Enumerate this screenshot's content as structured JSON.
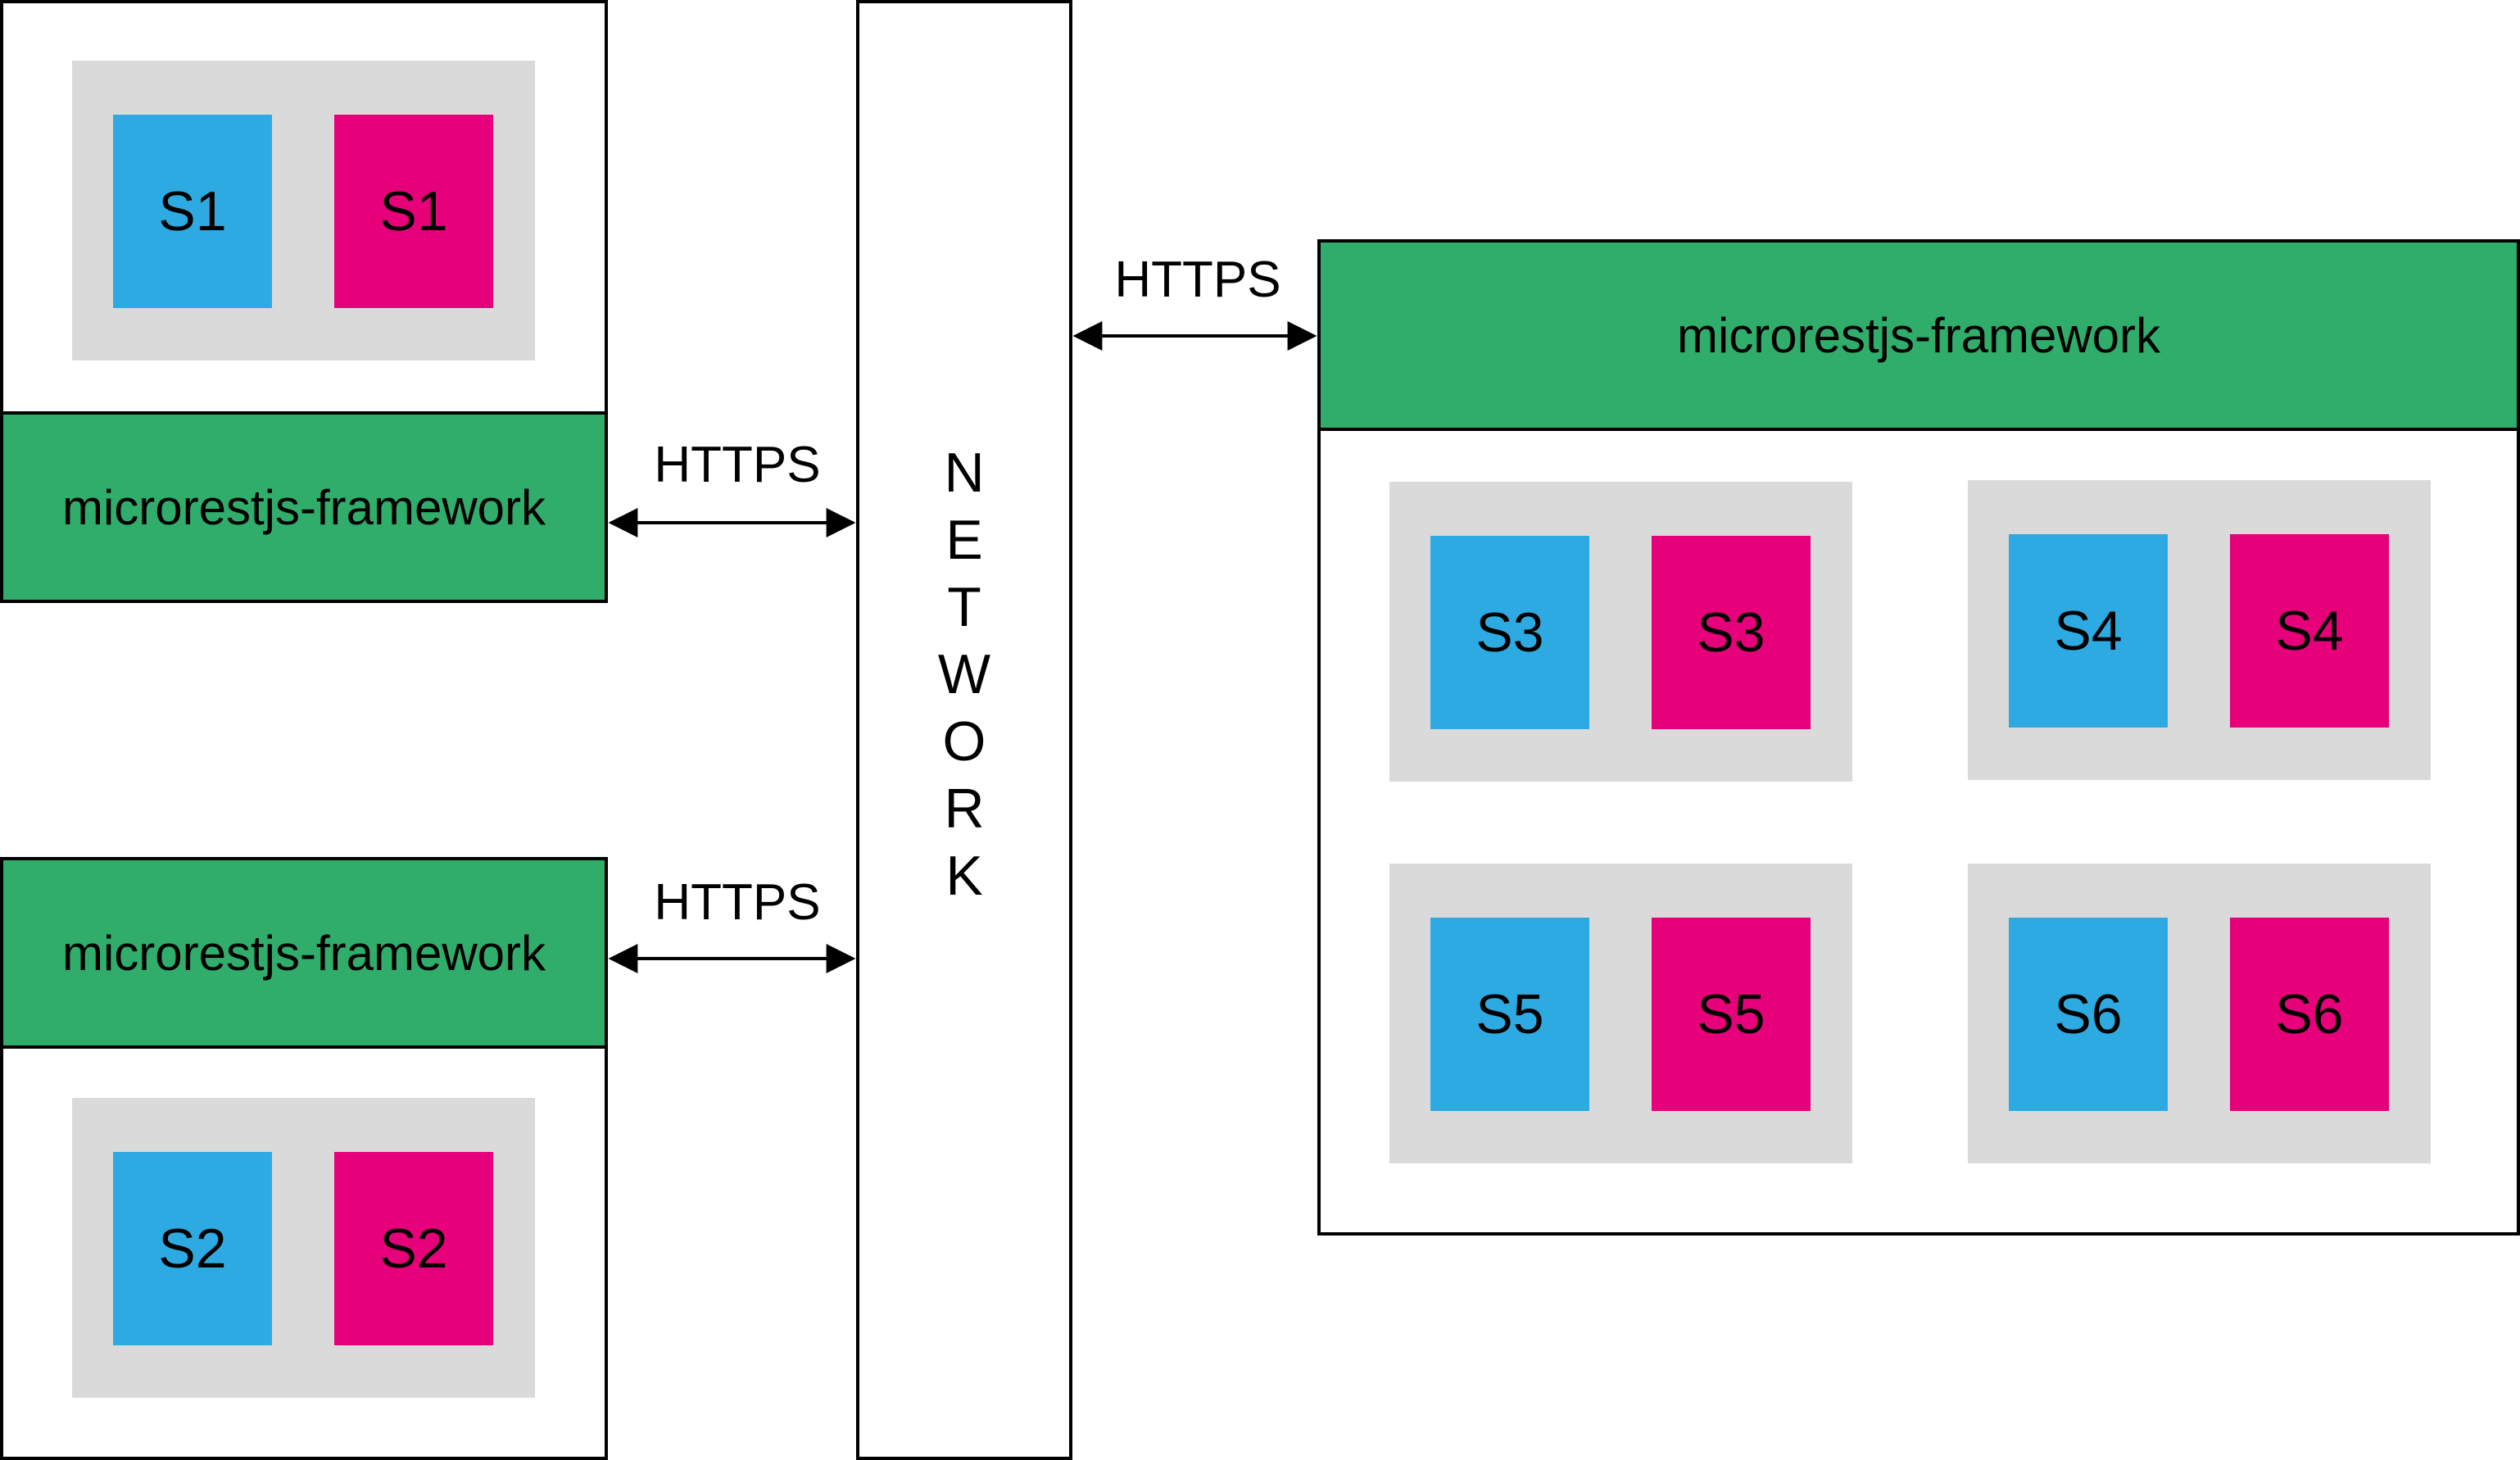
{
  "network": {
    "letters": [
      "N",
      "E",
      "T",
      "W",
      "O",
      "R",
      "K"
    ]
  },
  "hosts": [
    {
      "framework": "microrestjs-framework",
      "groups": [
        {
          "left": "S1",
          "right": "S1"
        }
      ]
    },
    {
      "framework": "microrestjs-framework",
      "groups": [
        {
          "left": "S2",
          "right": "S2"
        }
      ]
    },
    {
      "framework": "microrestjs-framework",
      "groups": [
        {
          "left": "S3",
          "right": "S3"
        },
        {
          "left": "S4",
          "right": "S4"
        },
        {
          "left": "S5",
          "right": "S5"
        },
        {
          "left": "S6",
          "right": "S6"
        }
      ]
    }
  ],
  "links": [
    "HTTPS",
    "HTTPS",
    "HTTPS"
  ],
  "colors": {
    "framework": "#31ad6b",
    "service_a": "#2eaae2",
    "service_b": "#e6007a",
    "container": "#dadada"
  }
}
